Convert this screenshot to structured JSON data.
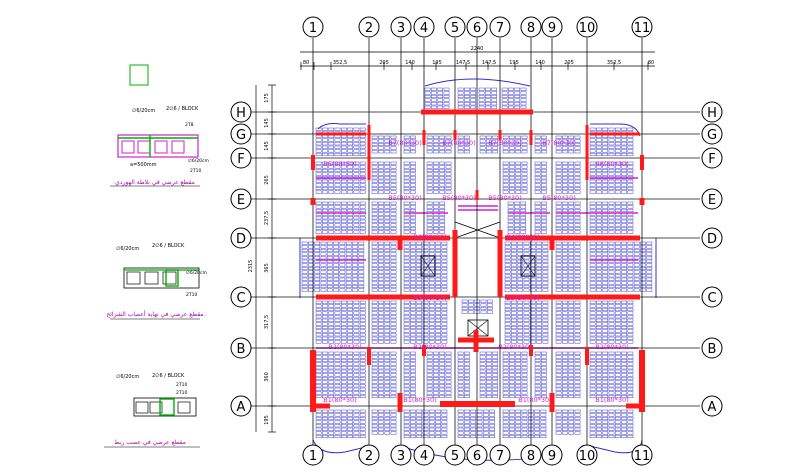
{
  "colors": {
    "beam": "#ff1a1a",
    "block": "#3030c8",
    "rib_magenta": "#d020d0",
    "grid": "#111111",
    "detail_green": "#00b000"
  },
  "grid": {
    "columns": [
      "1",
      "2",
      "3",
      "4",
      "5",
      "6",
      "7",
      "8",
      "9",
      "10",
      "11"
    ],
    "rows": [
      "H",
      "G",
      "F",
      "E",
      "D",
      "C",
      "B",
      "A"
    ]
  },
  "dimensions": {
    "overall_top": "2240",
    "top": [
      "80",
      "352,5",
      "205",
      "140",
      "195",
      "147,5",
      "147,5",
      "195",
      "140",
      "205",
      "352,5",
      "80"
    ],
    "overall_left": "2315",
    "left": [
      "175",
      "145",
      "145",
      "265",
      "237,5",
      "365",
      "317,5",
      "360",
      "195"
    ]
  },
  "beam_labels": [
    "B7(80*30)",
    "B7(80*30)",
    "B7(80*30)",
    "B7(80*30)",
    "B6(80*30)",
    "B6(80*30)",
    "B5(80*30)",
    "B5(80*30)",
    "B5(80*30)",
    "B5(80*30)",
    "B4(80*30)",
    "B4(80*30)",
    "B3(80*30)",
    "B3(80*30)",
    "B2(80*30)",
    "B2(80*30)",
    "B2(80*30)",
    "B2(80*30)",
    "B1(80*30)",
    "B1(80*30)",
    "B1(80*30)",
    "B1(80*30)"
  ],
  "details": [
    {
      "rebar_main": "∅6/20cm",
      "rebar_block": "2∅6 / BLOCK",
      "rebar_small": "2T8",
      "rebar_side": "2T10",
      "rebar_extra": "∅6/20cm",
      "spacing": "a=500mm",
      "caption": "مقطع عرضي في بلاطة الهوردي"
    },
    {
      "rebar_main": "∅6/20cm",
      "rebar_block": "2∅6 / BLOCK",
      "rebar_small": "∅6/20cm",
      "rebar_side": "2T10",
      "caption": "مقطع عرضي في نهاية أعصاب الشرائح"
    },
    {
      "rebar_main": "∅6/20cm",
      "rebar_block": "2∅6 / BLOCK",
      "rebar_small": "2T10",
      "rebar_side": "2T10",
      "caption": "مقطع عرضي في عصب ربط"
    }
  ]
}
